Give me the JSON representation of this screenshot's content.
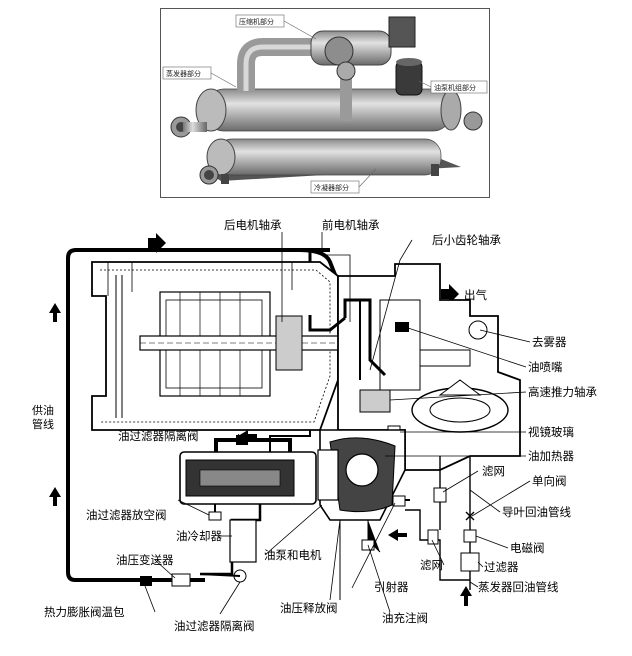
{
  "top_labels": {
    "compressor": "压缩机部分",
    "evaporator": "蒸发器部分",
    "oil_pump_unit": "油泵机组部分",
    "condenser": "冷凝器部分"
  },
  "labels": {
    "rear_motor_bearing": "后电机轴承",
    "front_motor_bearing": "前电机轴承",
    "rear_pinion_bearing": "后小齿轮轴承",
    "gas_out": "出气",
    "demister": "去雾器",
    "oil_nozzle": "油喷嘴",
    "high_speed_thrust_bearing": "高速推力轴承",
    "oil_filter_isolation_valve_top": "油过滤器隔离阀",
    "sight_glass": "视镜玻璃",
    "oil_heater": "油加热器",
    "strainer_1": "滤网",
    "check_valve": "单向阀",
    "oil_filter_vent_valve": "油过滤器放空阀",
    "guide_vane_oil_return": "导叶回油管线",
    "oil_cooler": "油冷却器",
    "solenoid_valve": "电磁阀",
    "oil_pump_motor": "油泵和电机",
    "oil_pressure_transmitter": "油压变送器",
    "strainer_2": "滤网",
    "ejector": "引射器",
    "filter": "过滤器",
    "txv_bulb": "热力膨胀阀温包",
    "evaporator_oil_return": "蒸发器回油管线",
    "oil_pressure_relief_valve": "油压释放阀",
    "oil_filter_isolation_valve_bottom": "油过滤器隔离阀",
    "oil_charge_valve": "油充注阀",
    "supply_line_1": "供油",
    "supply_line_2": "管线"
  },
  "colors": {
    "line": "#000000",
    "metal": "#a8a8a8",
    "dark_metal": "#6e6e6e",
    "background": "#ffffff"
  }
}
